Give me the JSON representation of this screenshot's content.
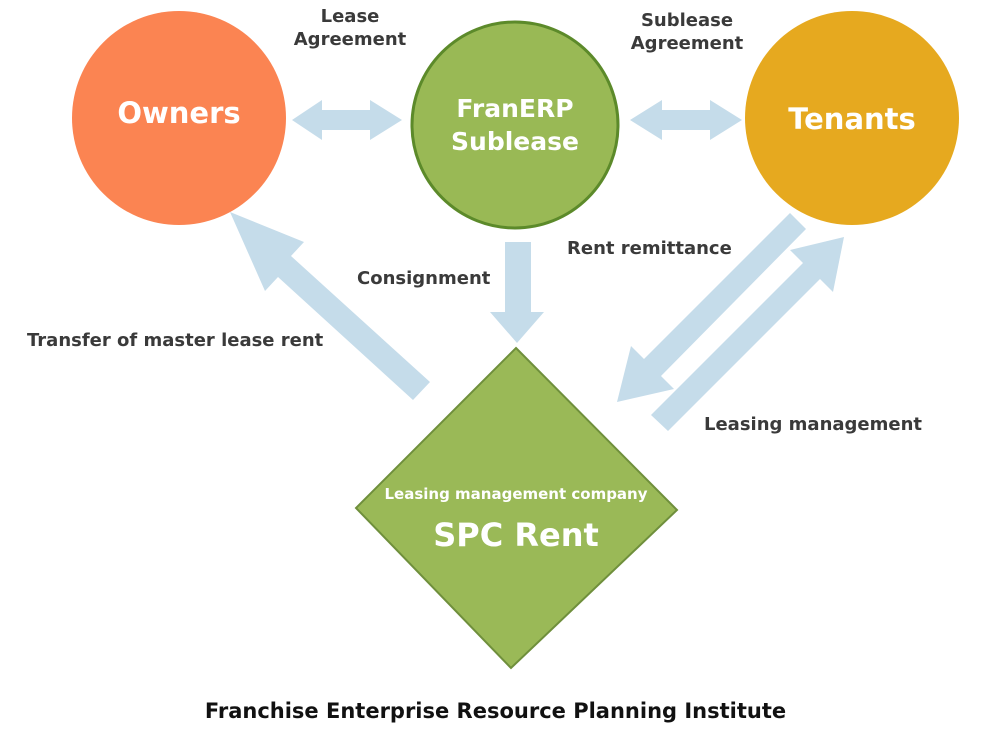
{
  "nodes": {
    "owners": {
      "label": "Owners",
      "color": "#fb8452"
    },
    "franerp": {
      "line1": "FranERP",
      "line2": "Sublease",
      "color": "#99b955"
    },
    "tenants": {
      "label": "Tenants",
      "color": "#e6a91f"
    },
    "spc": {
      "subtitle": "Leasing management company",
      "title": "SPC Rent",
      "color": "#9ab957"
    }
  },
  "edges": {
    "lease_agreement": {
      "line1": "Lease",
      "line2": "Agreement"
    },
    "sublease_agreement": {
      "line1": "Sublease",
      "line2": "Agreement"
    },
    "consignment": "Consignment",
    "rent_remittance": "Rent remittance",
    "transfer_master_lease_rent": "Transfer of master lease rent",
    "leasing_management": "Leasing management"
  },
  "arrow_color": "#c5dcea",
  "footer": "Franchise Enterprise Resource Planning Institute"
}
